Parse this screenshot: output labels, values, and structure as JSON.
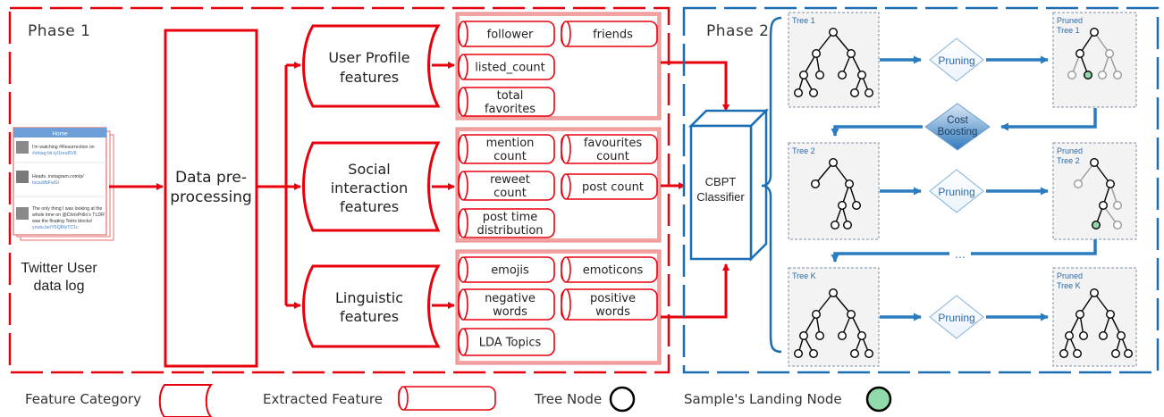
{
  "phase1": {
    "title": "Phase 1",
    "twitter_label_line1": "Twitter User",
    "twitter_label_line2": "data log",
    "feed": {
      "header": "Home",
      "tweet1_line1": "I'm watching #Resurrection on",
      "tweet1_line2": "#shtag bit.ly/1reuRV8",
      "tweet2_line1": "Heads. instagram.com/p/",
      "tweet2_line2": "tocsz8bFwG/",
      "tweet3_line1": "The only thing I was looking at the",
      "tweet3_line2": "whole time on @ChrisPrillo's TLDR",
      "tweet3_line3": "was the floating Tetris blocks!",
      "tweet3_line4": "youtu.be/Y5QRlyTC1c"
    },
    "preprocessing_line1": "Data pre-",
    "preprocessing_line2": "processing",
    "categories": {
      "user_profile": {
        "line1": "User Profile",
        "line2": "features",
        "features": [
          "follower",
          "friends",
          "listed_count",
          "total|favorites"
        ]
      },
      "social": {
        "line1": "Social",
        "line2": "interaction",
        "line3": "features",
        "features": [
          "mention|count",
          "favourites|count",
          "reweet|count",
          "post count",
          "post time|distribution"
        ]
      },
      "linguistic": {
        "line1": "Linguistic",
        "line2": "features",
        "features": [
          "emojis",
          "emoticons",
          "negative|words",
          "positive|words",
          "LDA Topics"
        ]
      }
    }
  },
  "classifier_line1": "CBPT",
  "classifier_line2": "Classifier",
  "phase2": {
    "title": "Phase 2",
    "trees": [
      {
        "name": "Tree 1",
        "pruned_line1": "Pruned",
        "pruned_line2": "Tree 1"
      },
      {
        "name": "Tree 2",
        "pruned_line1": "Pruned",
        "pruned_line2": "Tree 2"
      },
      {
        "name": "Tree K",
        "pruned_line1": "Pruned",
        "pruned_line2": "Tree K"
      }
    ],
    "pruning_label": "Pruning",
    "cost_boosting_line1": "Cost",
    "cost_boosting_line2": "Boosting",
    "ellipsis": "..."
  },
  "legend": {
    "feature_category": "Feature Category",
    "extracted_feature": "Extracted Feature",
    "tree_node": "Tree Node",
    "landing_node": "Sample's Landing Node"
  },
  "colors": {
    "red": "#e8000d",
    "pink_fill": "#f4a3a3",
    "blue": "#1a6fb4",
    "arrow_blue": "#2b7bc0",
    "landing_green": "#8fd9aa",
    "tree_box": "#f3f3f3"
  }
}
